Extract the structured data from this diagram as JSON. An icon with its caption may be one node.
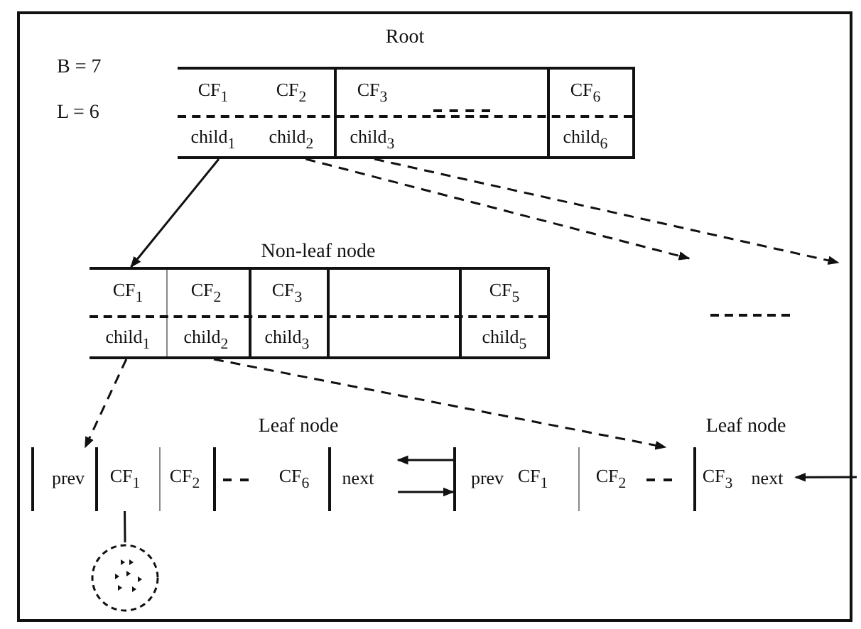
{
  "diagram": {
    "nodes": [
      {
        "text": [
          "Root",
          "CF$_{1}$",
          "CF$_{2}$",
          "CF$_{3}$",
          "CF$_{6}$",
          "child$_{1}$",
          "child$_{2}$",
          "child$_{3}$",
          "child$_{6}$"
        ]
      },
      {
        "text": [
          "Non-leaf node",
          "CF$_{1}$",
          "CF$_{2}$",
          "CF$_{3}$",
          "CF$_{5}$",
          "child$_{1}$",
          "child$_{2}$",
          "child$_{3}$",
          "child$_{5}$"
        ]
      },
      {
        "text": [
          "Leaf node",
          "prev",
          "CF$_{1}$",
          "CF$_{2}$",
          "CF$_{6}$",
          "next"
        ]
      },
      {
        "text": [
          "Leaf node",
          "prev",
          "CF$_{1}$",
          "CF$_{2}$",
          "CF$_{3}$",
          "next"
        ]
      },
      {
        "text": [],
        "shape": "circle"
      }
    ],
    "edges": [
      {
        "from": 0,
        "to": 1,
        "arrow": "to"
      },
      {
        "from": 0,
        "to": null,
        "arrow": "to",
        "style": "dashed"
      },
      {
        "from": 0,
        "to": null,
        "arrow": "to",
        "style": "dashed"
      },
      {
        "from": 1,
        "to": 2,
        "arrow": "to",
        "style": "dashed"
      },
      {
        "from": 1,
        "to": 3,
        "arrow": "to",
        "style": "dashed"
      },
      {
        "from": 2,
        "to": 3,
        "arrow": "to"
      },
      {
        "from": 3,
        "to": 2,
        "arrow": "to"
      },
      {
        "from": null,
        "to": 3,
        "arrow": "to"
      },
      {
        "from": 2,
        "to": 4,
        "arrow": "none"
      }
    ],
    "labels": [
      "B = 7",
      "L = 6"
    ]
  }
}
